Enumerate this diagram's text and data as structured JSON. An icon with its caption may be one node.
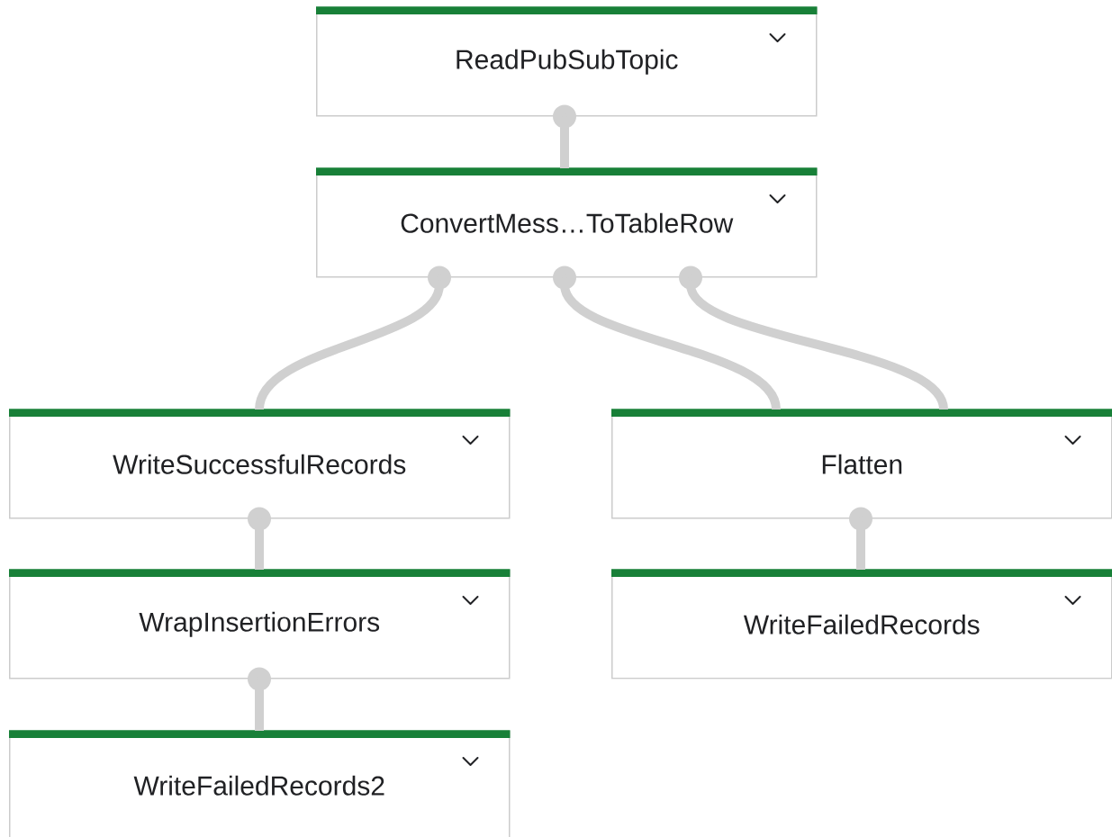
{
  "diagram": {
    "nodes": [
      {
        "text": [
          "ReadPubSubTopic"
        ]
      },
      {
        "text": [
          "ConvertMess…ToTableRow"
        ]
      },
      {
        "text": [
          "WriteSuccessfulRecords"
        ]
      },
      {
        "text": [
          "Flatten"
        ]
      },
      {
        "text": [
          "WrapInsertionErrors"
        ]
      },
      {
        "text": [
          "WriteFailedRecords"
        ]
      },
      {
        "text": [
          "WriteFailedRecords2"
        ]
      }
    ],
    "edges": [
      {
        "from": 0,
        "to": 1,
        "arrow": "other"
      },
      {
        "from": 1,
        "to": 2,
        "arrow": "other"
      },
      {
        "from": 1,
        "to": 3,
        "arrow": "other"
      },
      {
        "from": 1,
        "to": 3,
        "arrow": "other"
      },
      {
        "from": 2,
        "to": 4,
        "arrow": "other"
      },
      {
        "from": 3,
        "to": 5,
        "arrow": "other"
      },
      {
        "from": 4,
        "to": 6,
        "arrow": "other"
      }
    ]
  }
}
